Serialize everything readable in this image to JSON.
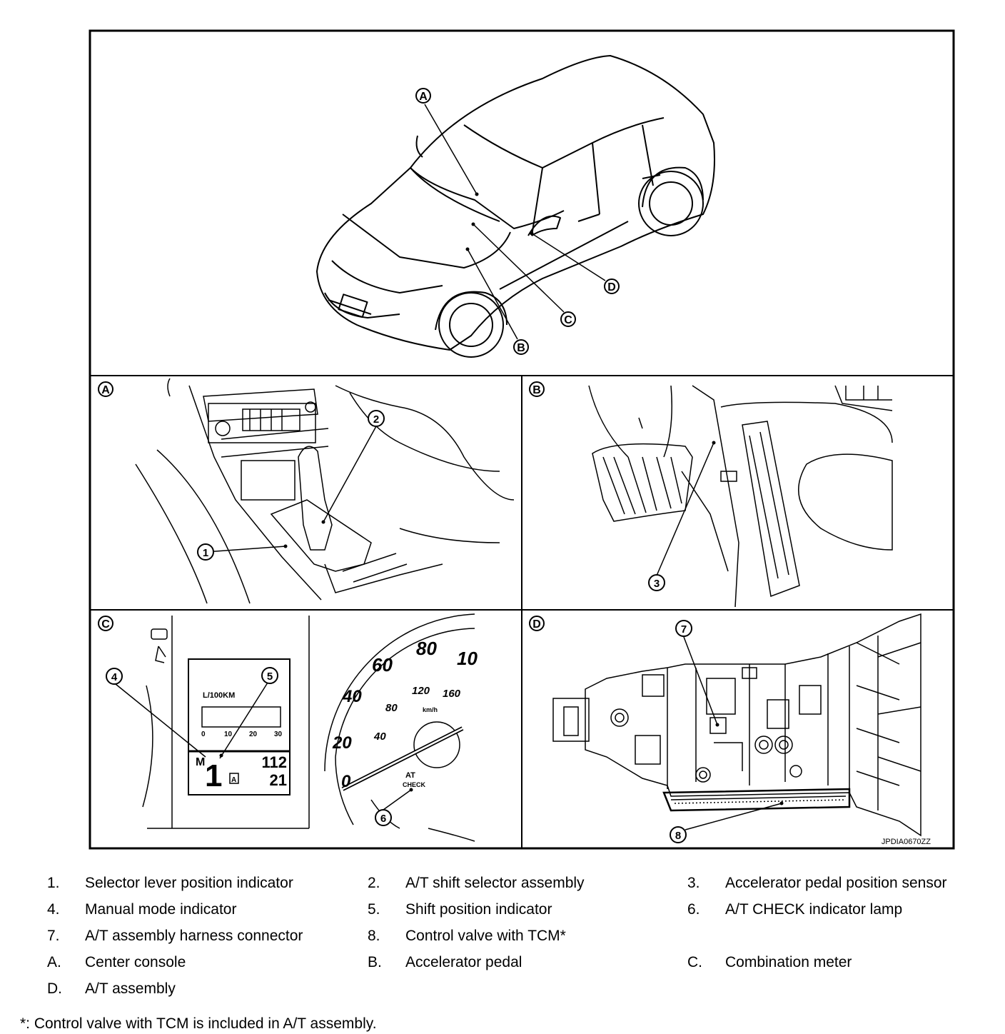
{
  "figure": {
    "figure_id": "JPDIA0670ZZ",
    "callouts_overview": [
      "A",
      "B",
      "C",
      "D"
    ],
    "panels": {
      "A": {
        "label": "A",
        "callouts": [
          "1",
          "2"
        ]
      },
      "B": {
        "label": "B",
        "callouts": [
          "3"
        ]
      },
      "C": {
        "label": "C",
        "callouts": [
          "4",
          "5",
          "6"
        ],
        "display": {
          "unit": "L/100KM",
          "scale": [
            "0",
            "10",
            "20",
            "30"
          ],
          "mode": "M",
          "gear": "1",
          "gear_badge": "A",
          "odo_top": "112",
          "odo_bottom": "21"
        },
        "speedo": {
          "outer": [
            "0",
            "20",
            "40",
            "60",
            "80",
            "10"
          ],
          "inner": [
            "40",
            "80",
            "120",
            "160"
          ],
          "unit": "km/h",
          "lamp_line1": "AT",
          "lamp_line2": "CHECK"
        }
      },
      "D": {
        "label": "D",
        "callouts": [
          "7",
          "8"
        ]
      }
    }
  },
  "legend": [
    {
      "num": "1.",
      "text": "Selector lever position indicator"
    },
    {
      "num": "2.",
      "text": "A/T shift selector assembly"
    },
    {
      "num": "3.",
      "text": "Accelerator pedal position sensor"
    },
    {
      "num": "4.",
      "text": "Manual mode indicator"
    },
    {
      "num": "5.",
      "text": "Shift position indicator"
    },
    {
      "num": "6.",
      "text": "A/T CHECK indicator lamp"
    },
    {
      "num": "7.",
      "text": "A/T assembly harness connector"
    },
    {
      "num": "8.",
      "text": "Control valve with TCM*"
    },
    {
      "num": "A.",
      "text": "Center console"
    },
    {
      "num": "B.",
      "text": "Accelerator pedal"
    },
    {
      "num": "C.",
      "text": "Combination meter"
    },
    {
      "num": "D.",
      "text": "A/T assembly"
    }
  ],
  "footnote": "*: Control valve with TCM is included in A/T assembly."
}
